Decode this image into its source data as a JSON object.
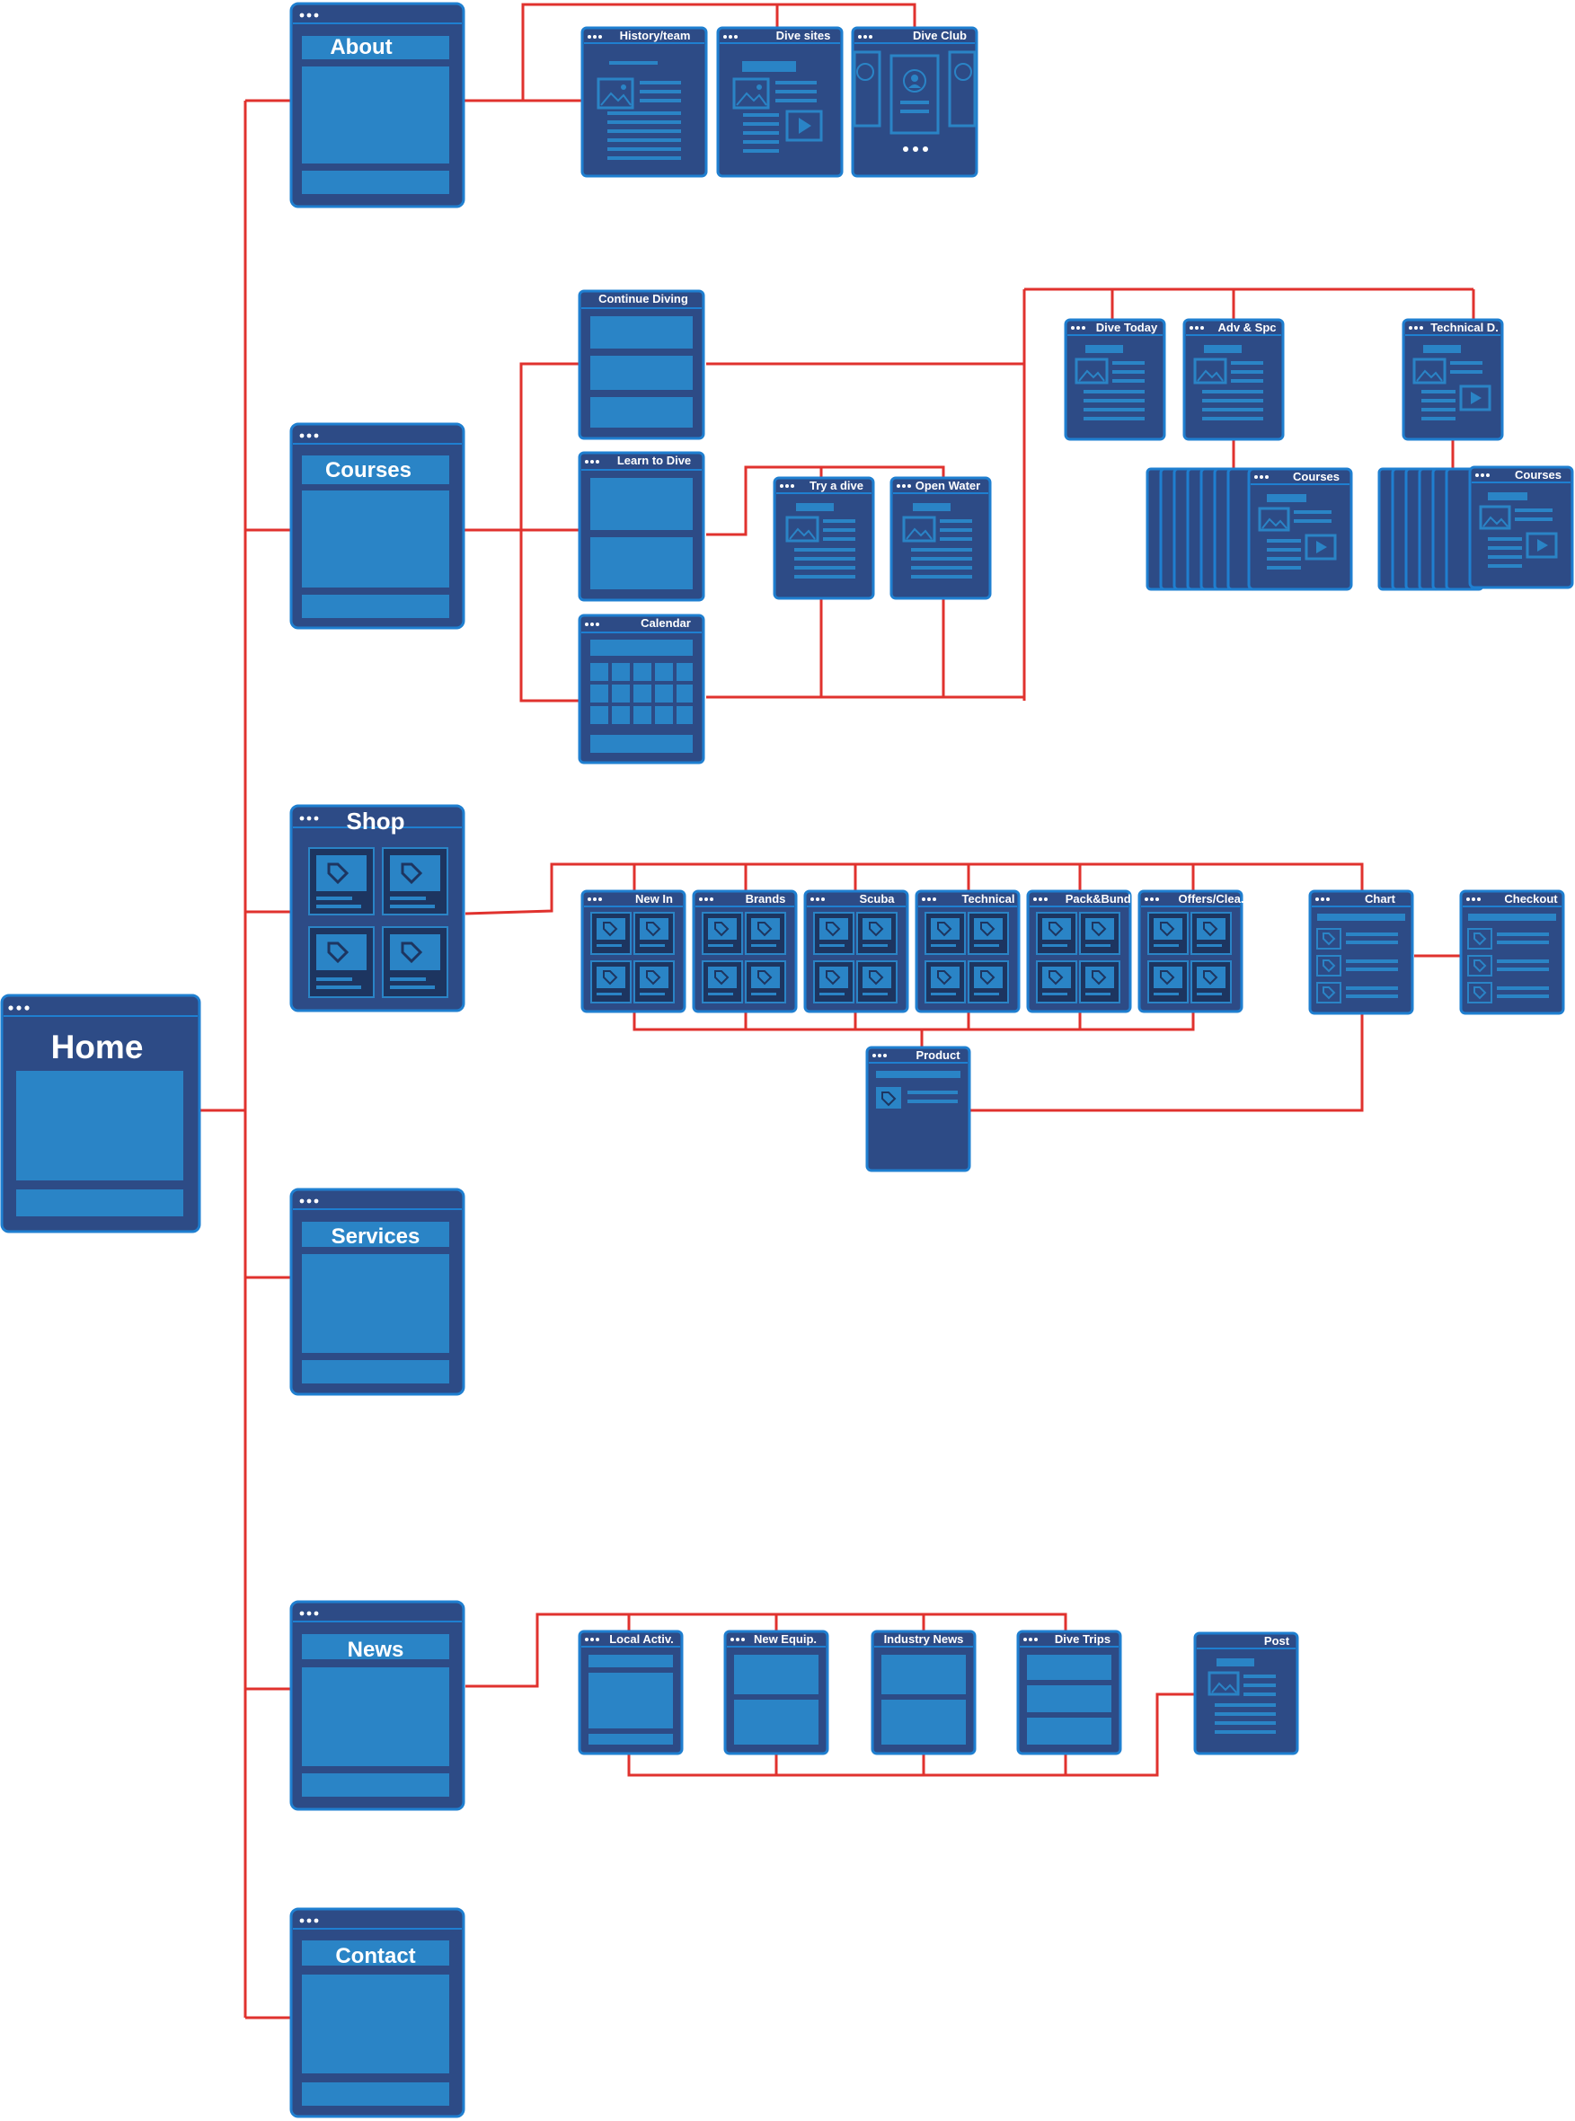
{
  "colors": {
    "connector": "#e0322e",
    "frame_border": "#1f7fd0",
    "frame_fill": "#2d4b86",
    "panel": "#2a84c6",
    "panel_dark": "#1d3560",
    "panel_line": "#1f5e95"
  },
  "sitemap": {
    "home": {
      "label": "Home"
    },
    "sections": {
      "about": {
        "label": "About",
        "children": {
          "history": "History/team",
          "dive_sites": "Dive sites",
          "dive_club": "Dive Club"
        }
      },
      "courses": {
        "label": "Courses",
        "children": {
          "continue_diving": "Continue Diving",
          "learn_to_dive": "Learn to Dive",
          "calendar": "Calendar",
          "try_a_dive": "Try a dive",
          "open_water": "Open Water",
          "dive_today": "Dive Today",
          "adv_spc": "Adv & Spc",
          "technical_d": "Technical D.",
          "courses_stack_1": "Courses",
          "courses_stack_2": "Courses"
        }
      },
      "shop": {
        "label": "Shop",
        "children": {
          "new_in": "New In",
          "brands": "Brands",
          "scuba": "Scuba",
          "technical": "Technical",
          "pack_bundle": "Pack&Bundl",
          "offers": "Offers/Clea.",
          "product": "Product",
          "chart": "Chart",
          "checkout": "Checkout"
        }
      },
      "services": {
        "label": "Services"
      },
      "news": {
        "label": "News",
        "children": {
          "local_activ": "Local Activ.",
          "new_equip": "New Equip.",
          "industry_news": "Industry News",
          "dive_trips": "Dive Trips",
          "post": "Post"
        }
      },
      "contact": {
        "label": "Contact"
      }
    }
  }
}
